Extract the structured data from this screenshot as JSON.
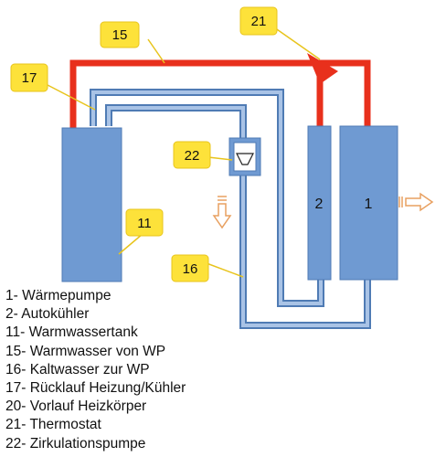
{
  "colors": {
    "component_fill": "#6f9ad2",
    "component_stroke": "#4f7bb4",
    "hot_pipe": "#e8301c",
    "callout_fill": "#fde23a",
    "callout_stroke": "#e8c41c",
    "flow_arrow": "#e8a060"
  },
  "components": {
    "tank_11": {
      "label": ""
    },
    "unit_2": {
      "label": "2"
    },
    "unit_1": {
      "label": "1"
    },
    "pump_22": {
      "icon": "pump-icon"
    },
    "thermostat_21": {
      "icon": "valve-triangle-icon"
    }
  },
  "callouts": [
    {
      "id": "15",
      "text": "15"
    },
    {
      "id": "21",
      "text": "21"
    },
    {
      "id": "17",
      "text": "17"
    },
    {
      "id": "22",
      "text": "22"
    },
    {
      "id": "11",
      "text": "11"
    },
    {
      "id": "16",
      "text": "16"
    }
  ],
  "legend": [
    {
      "num": "1-",
      "text": "Wärmepumpe"
    },
    {
      "num": "2-",
      "text": "Autokühler"
    },
    {
      "num": "11-",
      "text": "Warmwassertank"
    },
    {
      "num": "15-",
      "text": "Warmwasser von WP"
    },
    {
      "num": "16-",
      "text": "Kaltwasser zur WP"
    },
    {
      "num": "17-",
      "text": "Rücklauf Heizung/Kühler"
    },
    {
      "num": "20-",
      "text": "Vorlauf Heizkörper"
    },
    {
      "num": "21-",
      "text": "Thermostat"
    },
    {
      "num": "22-",
      "text": "Zirkulationspumpe"
    }
  ]
}
